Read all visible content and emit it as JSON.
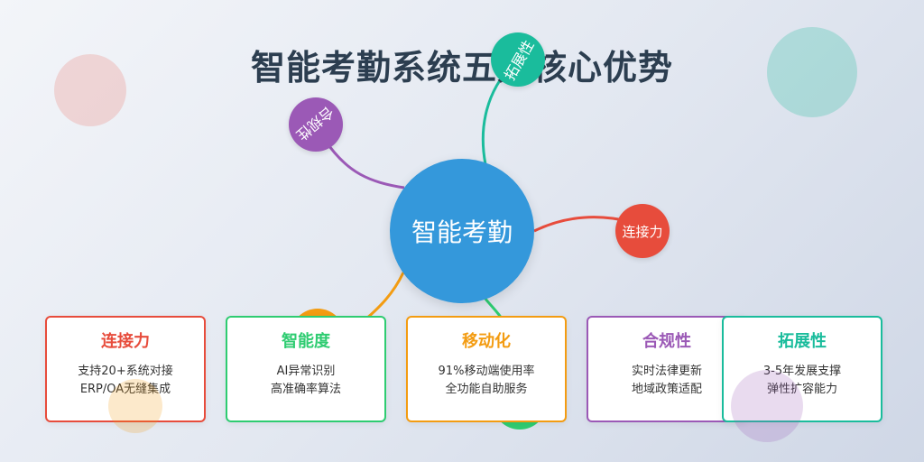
{
  "title": "智能考勤系统五大核心优势",
  "center": "智能考勤",
  "nodes": {
    "expand": "拓展性",
    "compliance": "合规性",
    "connect": "连接力"
  },
  "cards": [
    {
      "title": "连接力",
      "line1": "支持20+系统对接",
      "line2": "ERP/OA无缝集成",
      "color": "#e74c3c"
    },
    {
      "title": "智能度",
      "line1": "AI异常识别",
      "line2": "高准确率算法",
      "color": "#2ecc71"
    },
    {
      "title": "移动化",
      "line1": "91%移动端使用率",
      "line2": "全功能自助服务",
      "color": "#f39c12"
    },
    {
      "title": "合规性",
      "line1": "实时法律更新",
      "line2": "地域政策适配",
      "color": "#9b59b6"
    },
    {
      "title": "拓展性",
      "line1": "3-5年发展支撑",
      "line2": "弹性扩容能力",
      "color": "#1abc9c"
    }
  ],
  "colors": {
    "center": "#3498db",
    "connect": "#e74c3c",
    "smart": "#2ecc71",
    "mobile": "#f39c12",
    "compliance": "#9b59b6",
    "expand": "#1abc9c"
  }
}
